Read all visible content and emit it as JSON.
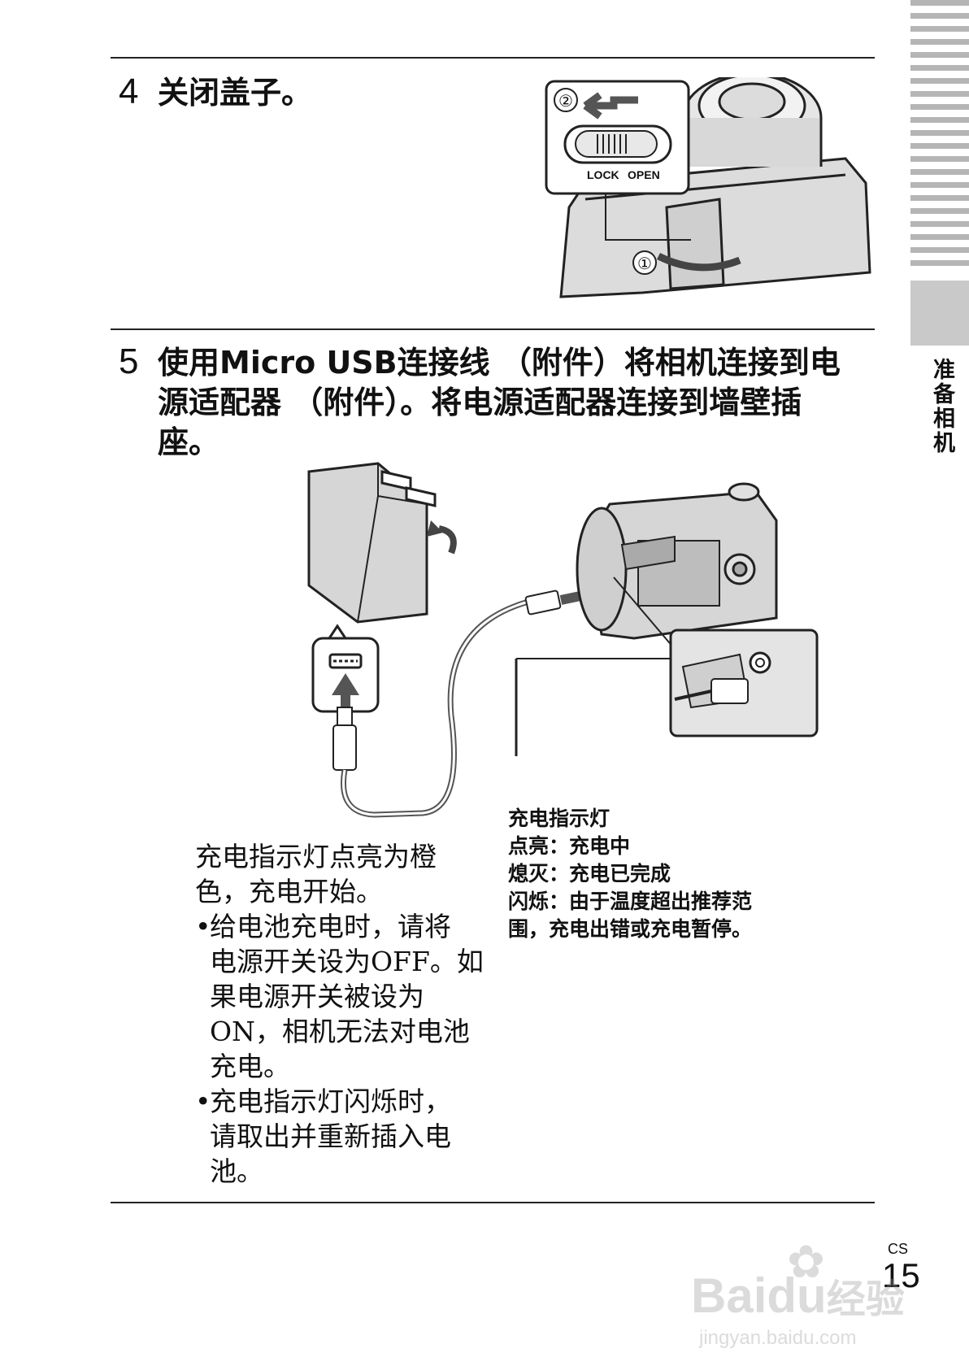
{
  "side_tab": {
    "label": "准备相机"
  },
  "step4": {
    "number": "4",
    "title": "关闭盖子。"
  },
  "step5": {
    "number": "5",
    "title_lines": [
      "使用Micro USB连接线 （附件）将相机连接到电",
      "源适配器 （附件）。将电源适配器连接到墙壁插",
      "座。"
    ]
  },
  "figure1": {
    "switch_lock": "LOCK",
    "switch_open": "OPEN",
    "marker1": "①",
    "marker2": "②"
  },
  "main_text": {
    "lines": [
      "充电指示灯点亮为橙",
      "色，充电开始。"
    ],
    "bullets": [
      {
        "lines": [
          "给电池充电时，请将",
          "电源开关设为OFF。如",
          "果电源开关被设为",
          "ON，相机无法对电池",
          "充电。"
        ]
      },
      {
        "lines": [
          "充电指示灯闪烁时，",
          "请取出并重新插入电",
          "池。"
        ]
      }
    ]
  },
  "callout": {
    "lines": [
      "充电指示灯",
      "点亮：充电中",
      "熄灭：充电已完成",
      "闪烁：由于温度超出推荐范",
      "围，充电出错或充电暂停。"
    ]
  },
  "page": {
    "prefix": "CS",
    "number": "15"
  },
  "watermark": {
    "line1": "Bai",
    "line2": "du",
    "line3": "经验",
    "url": "jingyan.baidu.com"
  }
}
